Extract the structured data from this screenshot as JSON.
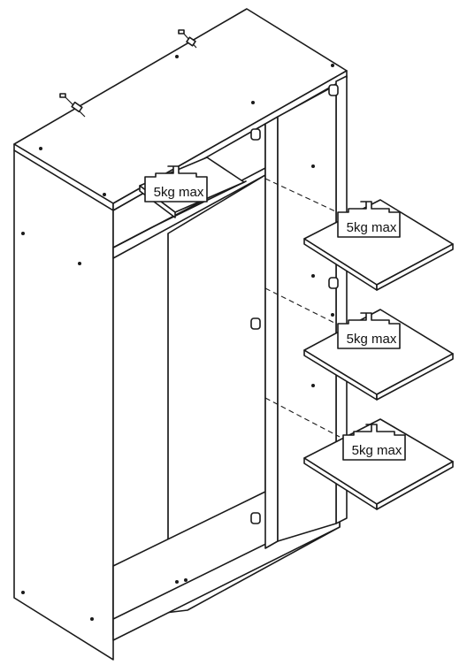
{
  "weight_labels": [
    {
      "text": "5kg max"
    },
    {
      "text": "5kg max"
    },
    {
      "text": "5kg max"
    },
    {
      "text": "5kg max"
    }
  ]
}
